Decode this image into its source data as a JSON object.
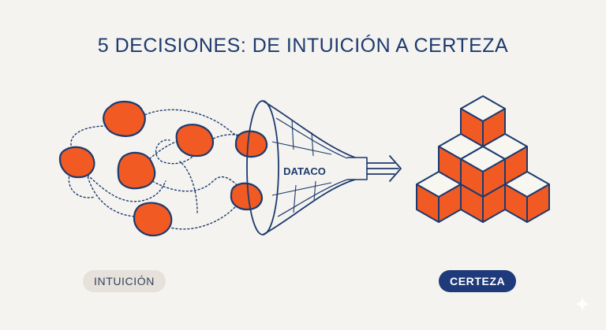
{
  "title": "5 DECISIONES: DE INTUICIÓN A CERTEZA",
  "funnel_label": "DATACO",
  "left_label": "INTUICIÓN",
  "right_label": "CERTEZA",
  "colors": {
    "background": "#f4f3ef",
    "navy": "#1d3a6e",
    "orange": "#f15a22",
    "pill_light": "#e6e1da",
    "pill_dark": "#1e3a7a"
  },
  "icons": [
    "sparkle-icon",
    "arrow-icon"
  ]
}
